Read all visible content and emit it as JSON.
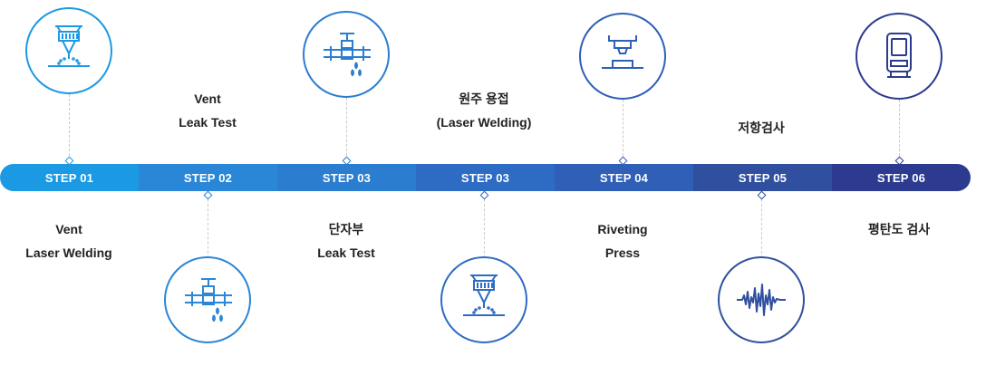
{
  "colors": [
    "#1b9ae3",
    "#2a86d6",
    "#2b7dd0",
    "#2e6cc4",
    "#2f5fb6",
    "#30509f",
    "#2c3b8f"
  ],
  "steps": [
    {
      "label": "STEP 01"
    },
    {
      "label": "STEP 02"
    },
    {
      "label": "STEP 03"
    },
    {
      "label": "STEP 03"
    },
    {
      "label": "STEP 04"
    },
    {
      "label": "STEP 05"
    },
    {
      "label": "STEP 06"
    }
  ],
  "descriptions": {
    "step01": [
      "Vent",
      "Laser Welding"
    ],
    "step02": [
      "Vent",
      "Leak Test"
    ],
    "step03a": [
      "단자부",
      "Leak Test"
    ],
    "step03b": [
      "원주 용접",
      "(Laser Welding)"
    ],
    "step04": [
      "Riveting",
      "Press"
    ],
    "step05": [
      "저항검사"
    ],
    "step06": [
      "평탄도 검사"
    ]
  },
  "icons": [
    "laser-icon",
    "valve-drip-icon",
    "valve-drip-icon",
    "laser-icon",
    "press-icon",
    "waveform-icon",
    "flatness-tester-icon"
  ]
}
